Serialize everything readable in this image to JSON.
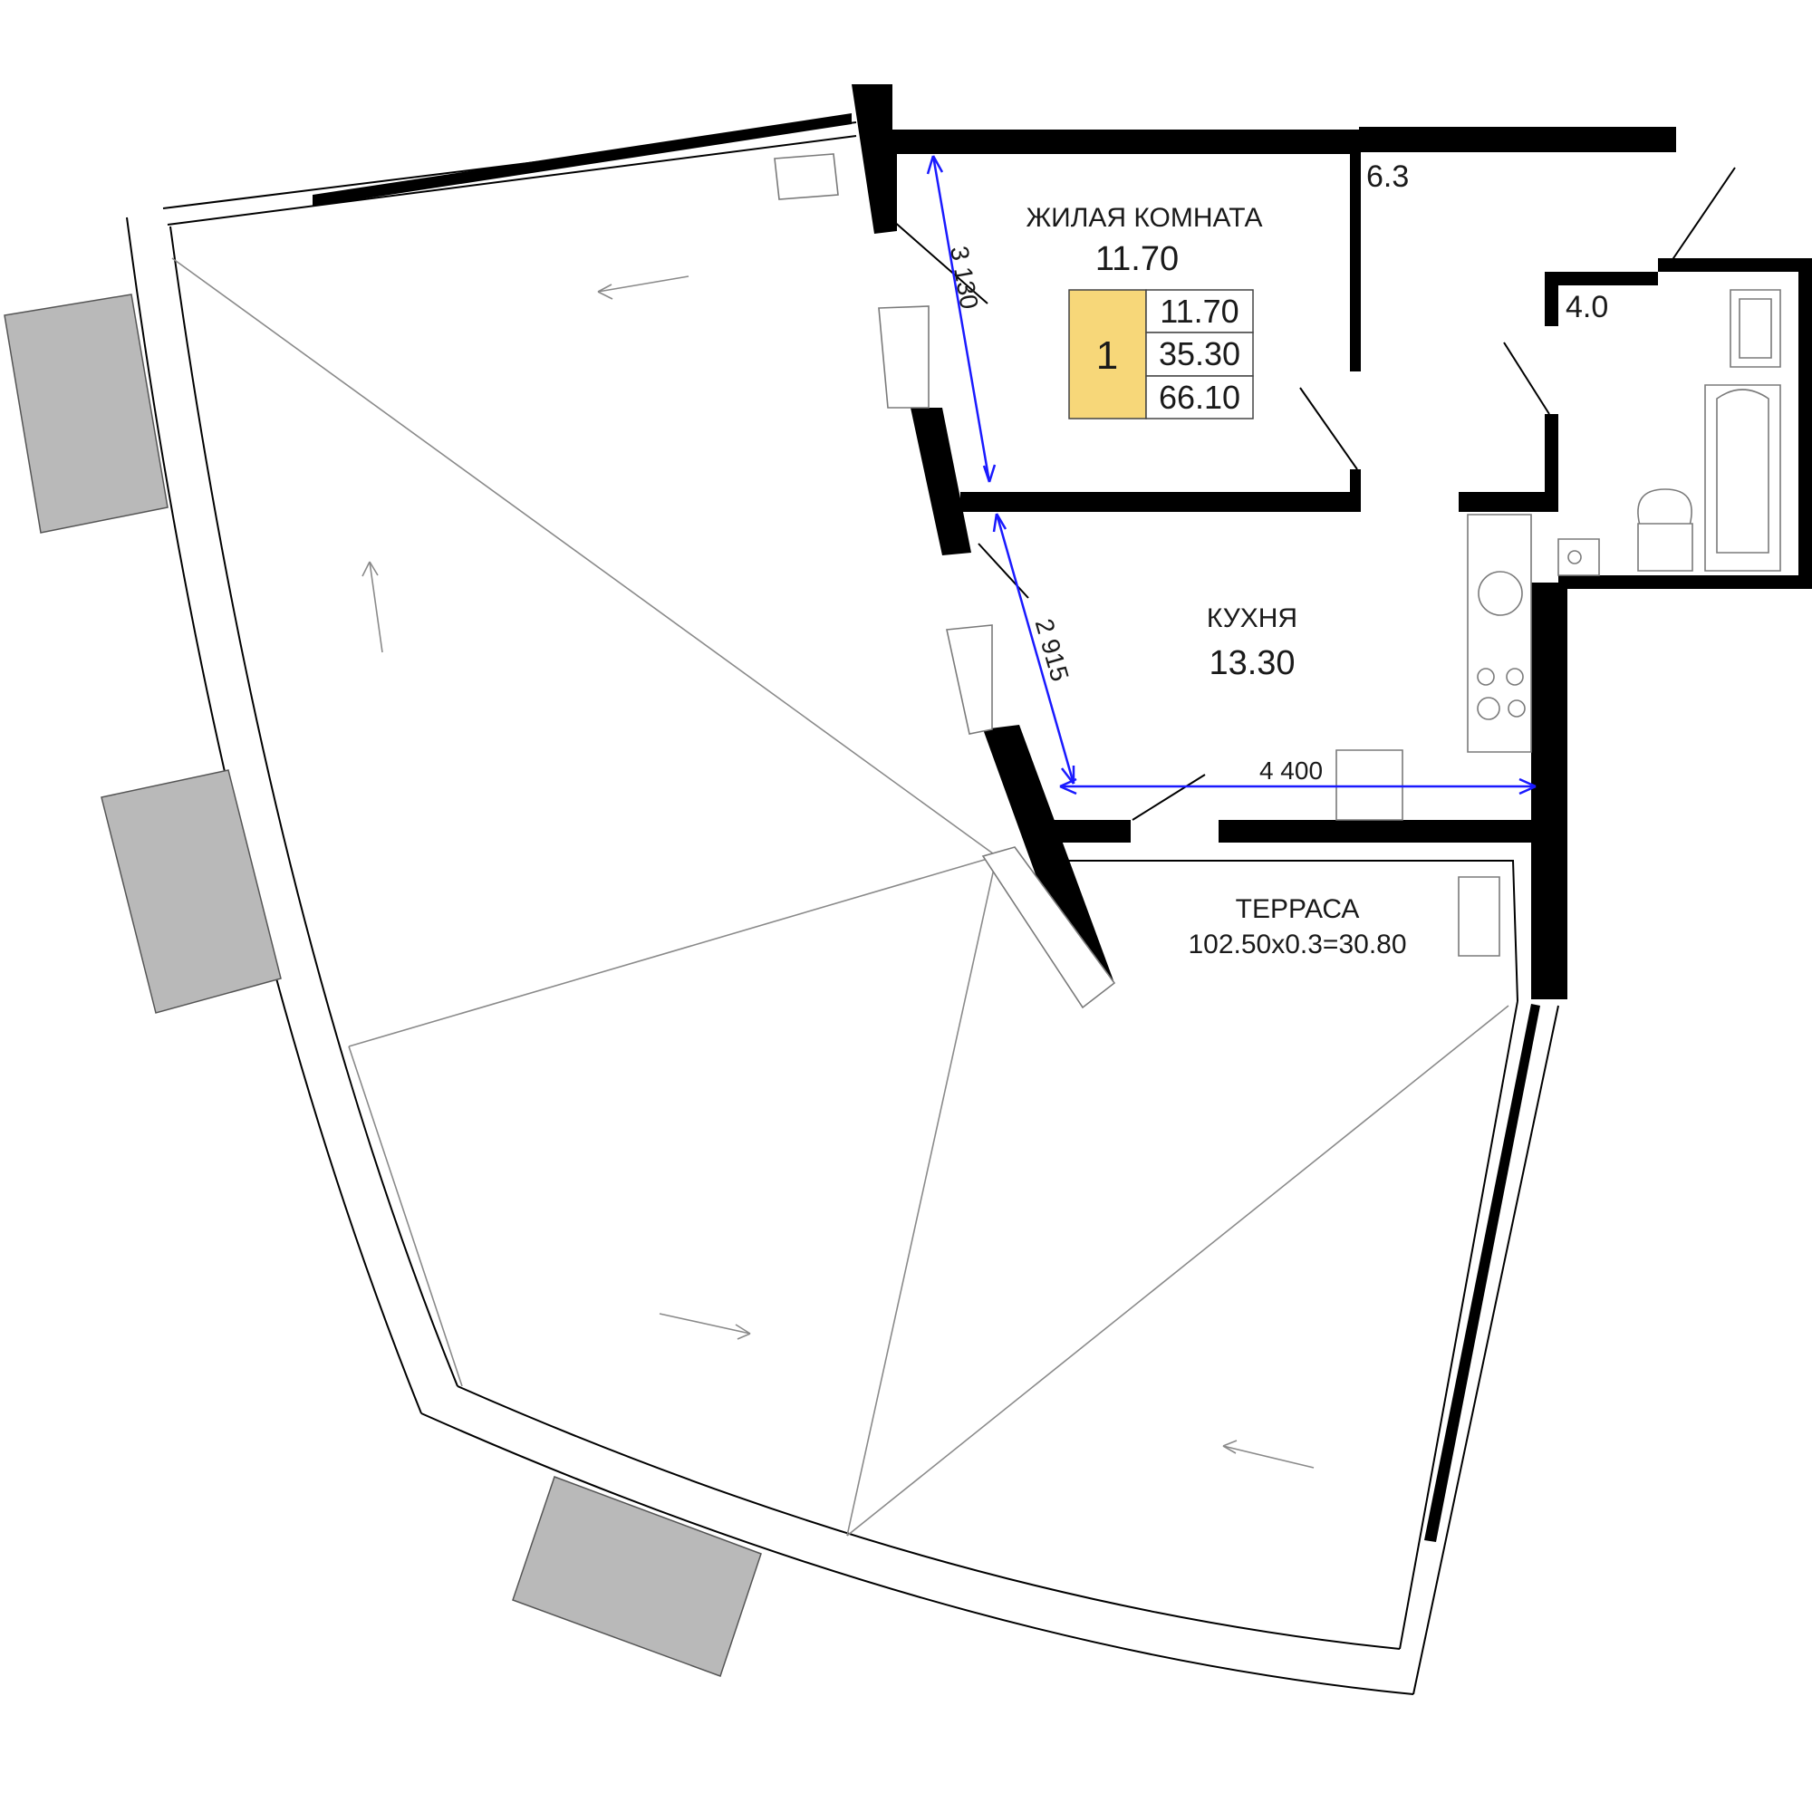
{
  "rooms": {
    "living": {
      "name": "ЖИЛАЯ КОМНАТА",
      "area": "11.70"
    },
    "kitchen": {
      "name": "КУХНЯ",
      "area": "13.30"
    },
    "terrace": {
      "name": "ТЕРРАСА",
      "area_formula": "102.50x0.3=30.80"
    },
    "hall": {
      "area": "6.3"
    },
    "bathroom": {
      "area": "4.0"
    }
  },
  "summary_badge": {
    "rooms_count": "1",
    "living_area": "11.70",
    "total_area": "35.30",
    "total_with_terrace": "66.10",
    "accent_color": "#f7d779"
  },
  "dimensions": {
    "living_room_depth": "3 130",
    "kitchen_depth": "2 915",
    "kitchen_width": "4 400",
    "line_color": "#1a1aff"
  }
}
